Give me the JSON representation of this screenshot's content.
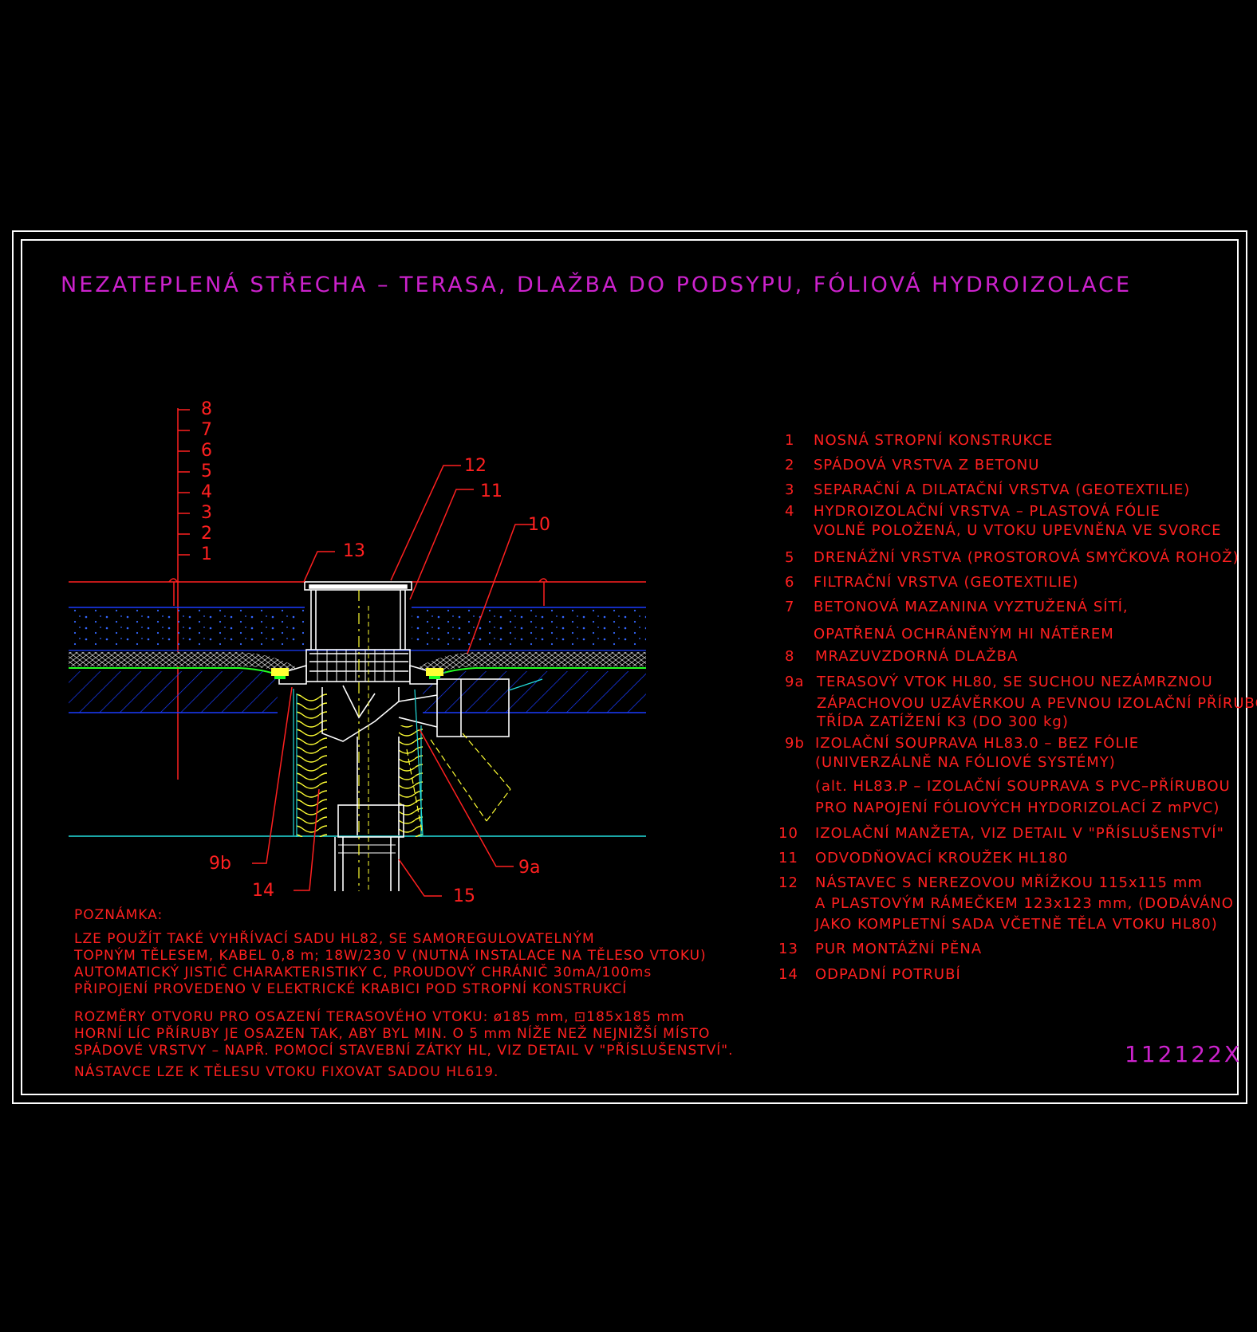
{
  "title": "NEZATEPLENÁ STŘECHA – TERASA, DLAŽBA DO PODSYPU, FÓLIOVÁ HYDROIZOLACE",
  "drawing_code": "112122X",
  "layer_scale": [
    "8",
    "7",
    "6",
    "5",
    "4",
    "3",
    "2",
    "1"
  ],
  "callouts": {
    "c12": "12",
    "c11": "11",
    "c10": "10",
    "c13": "13",
    "c9b": "9b",
    "c14": "14",
    "c15": "15",
    "c9a": "9a"
  },
  "legend": [
    {
      "num": "1",
      "lines": [
        "NOSNÁ STROPNÍ KONSTRUKCE"
      ]
    },
    {
      "num": "2",
      "lines": [
        "SPÁDOVÁ VRSTVA Z BETONU"
      ]
    },
    {
      "num": "3",
      "lines": [
        "SEPARAČNÍ A DILATAČNÍ VRSTVA (GEOTEXTILIE)"
      ]
    },
    {
      "num": "4",
      "lines": [
        "HYDROIZOLAČNÍ VRSTVA – PLASTOVÁ FÓLIE",
        "VOLNĚ POLOŽENÁ, U VTOKU UPEVNĚNA VE SVORCE"
      ]
    },
    {
      "num": "5",
      "lines": [
        "DRENÁŽNÍ VRSTVA (PROSTOROVÁ SMYČKOVÁ ROHOŽ)"
      ]
    },
    {
      "num": "6",
      "lines": [
        "FILTRAČNÍ VRSTVA (GEOTEXTILIE)"
      ]
    },
    {
      "num": "7",
      "lines": [
        "BETONOVÁ MAZANINA VYZTUŽENÁ SÍTÍ,",
        "OPATŘENÁ OCHRÁNĚNÝM HI NÁTĚREM"
      ]
    },
    {
      "num": "8",
      "lines": [
        "MRAZUVZDORNÁ DLAŽBA"
      ]
    },
    {
      "num": "9a",
      "lines": [
        "TERASOVÝ VTOK HL80, SE SUCHOU NEZÁMRZNOU",
        "ZÁPACHOVOU UZÁVĚRKOU A PEVNOU IZOLAČNÍ PŘÍRUBOU",
        "TŘÍDA ZATÍŽENÍ K3 (DO 300 kg)"
      ]
    },
    {
      "num": "9b",
      "lines": [
        "IZOLAČNÍ SOUPRAVA HL83.0 – BEZ FÓLIE",
        "(UNIVERZÁLNĚ NA FÓLIOVÉ SYSTÉMY)",
        "(alt. HL83.P – IZOLAČNÍ SOUPRAVA S PVC–PŘÍRUBOU",
        "PRO NAPOJENÍ FÓLIOVÝCH HYDORIZOLACÍ Z mPVC)"
      ]
    },
    {
      "num": "10",
      "lines": [
        "IZOLAČNÍ MANŽETA, VIZ DETAIL V \"PŘÍSLUŠENSTVÍ\""
      ]
    },
    {
      "num": "11",
      "lines": [
        "ODVODŇOVACÍ KROUŽEK HL180"
      ]
    },
    {
      "num": "12",
      "lines": [
        "NÁSTAVEC S NEREZOVOU MŘÍŽKOU 115x115 mm",
        "A PLASTOVÝM RÁMEČKEM 123x123 mm, (DODÁVÁNO",
        "JAKO KOMPLETNÍ SADA VČETNĚ TĚLA VTOKU HL80)"
      ]
    },
    {
      "num": "13",
      "lines": [
        "PUR MONTÁŽNÍ PĚNA"
      ]
    },
    {
      "num": "14",
      "lines": [
        "ODPADNÍ POTRUBÍ"
      ]
    }
  ],
  "note": {
    "heading": "POZNÁMKA:",
    "para1": [
      "LZE POUŽÍT TAKÉ VYHŘÍVACÍ SADU HL82, SE SAMOREGULOVATELNÝM",
      "TOPNÝM TĚLESEM, KABEL 0,8 m; 18W/230 V (NUTNÁ INSTALACE NA TĚLESO VTOKU)",
      "AUTOMATICKÝ JISTIČ CHARAKTERISTIKY C, PROUDOVÝ CHRÁNIČ 30mA/100ms",
      "PŘIPOJENÍ PROVEDENO V ELEKTRICKÉ KRABICI POD STROPNÍ KONSTRUKCÍ"
    ],
    "para2": [
      "ROZMĚRY OTVORU PRO OSAZENÍ TERASOVÉHO VTOKU: ø185 mm, ⊡185x185 mm",
      "HORNÍ LÍC PŘÍRUBY JE OSAZEN TAK, ABY BYL MIN. O 5 mm NÍŽE NEŽ NEJNIŽŠÍ MÍSTO",
      "SPÁDOVÉ VRSTVY – NAPŘ. POMOCÍ STAVEBNÍ ZÁTKY HL, VIZ DETAIL V \"PŘÍSLUŠENSTVÍ\".",
      "NÁSTAVCE LZE K TĚLESU VTOKU FIXOVAT SADOU HL619."
    ]
  },
  "colors": {
    "background": "#000000",
    "frame": "#ffffff",
    "text": "#ff2020",
    "title": "#cc22cc",
    "layer_blue": "#1a3cff",
    "membrane_green": "#22ff22",
    "insulation_yellow": "#ffff33",
    "pipe_white": "#ffffff",
    "cyan": "#22dddd"
  }
}
